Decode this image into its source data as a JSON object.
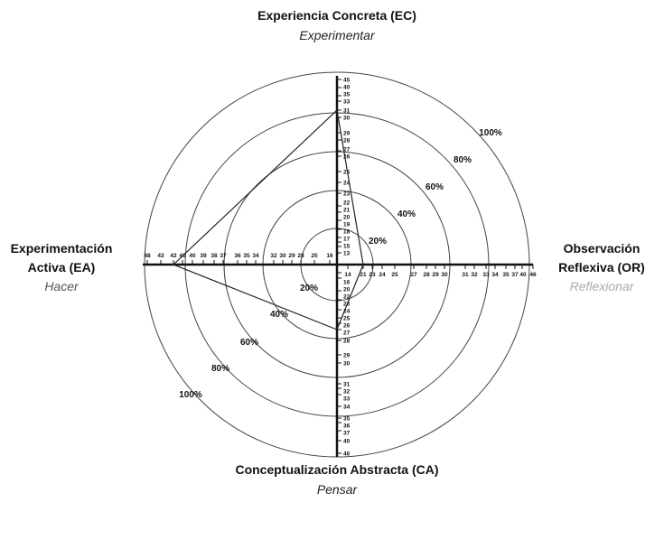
{
  "titles": {
    "top": {
      "label": "Experiencia Concreta (EC)",
      "sub": "Experimentar"
    },
    "left": {
      "label1": "Experimentación",
      "label2": "Activa (EA)",
      "sub": "Hacer"
    },
    "right": {
      "label1": "Observación",
      "label2": "Reflexiva (OR)",
      "sub": "Reflexionar"
    },
    "bottom": {
      "label": "Conceptualización Abstracta (CA)",
      "sub": "Pensar"
    }
  },
  "percent_labels": [
    "20%",
    "40%",
    "60%",
    "80%",
    "100%"
  ],
  "axes": {
    "top": [
      "13",
      "15",
      "17",
      "18",
      "19",
      "20",
      "21",
      "22",
      "23",
      "24",
      "25",
      "26",
      "27",
      "28",
      "29",
      "30",
      "31",
      "33",
      "35",
      "40",
      "45"
    ],
    "left": [
      "16",
      "25",
      "28",
      "29",
      "30",
      "32",
      "34",
      "35",
      "36",
      "37",
      "38",
      "39",
      "40",
      "41",
      "42",
      "43",
      "48"
    ],
    "right": [
      "14",
      "21",
      "23",
      "24",
      "25",
      "27",
      "28",
      "29",
      "30",
      "31",
      "32",
      "33",
      "34",
      "35",
      "37",
      "40",
      "46"
    ],
    "bottom": [
      "16",
      "20",
      "22",
      "23",
      "24",
      "25",
      "26",
      "27",
      "28",
      "29",
      "30",
      "31",
      "32",
      "33",
      "34",
      "35",
      "36",
      "37",
      "40",
      "46"
    ]
  },
  "profile": {
    "EC": 31,
    "EA": 42,
    "CA": 27,
    "OR": 21
  }
}
